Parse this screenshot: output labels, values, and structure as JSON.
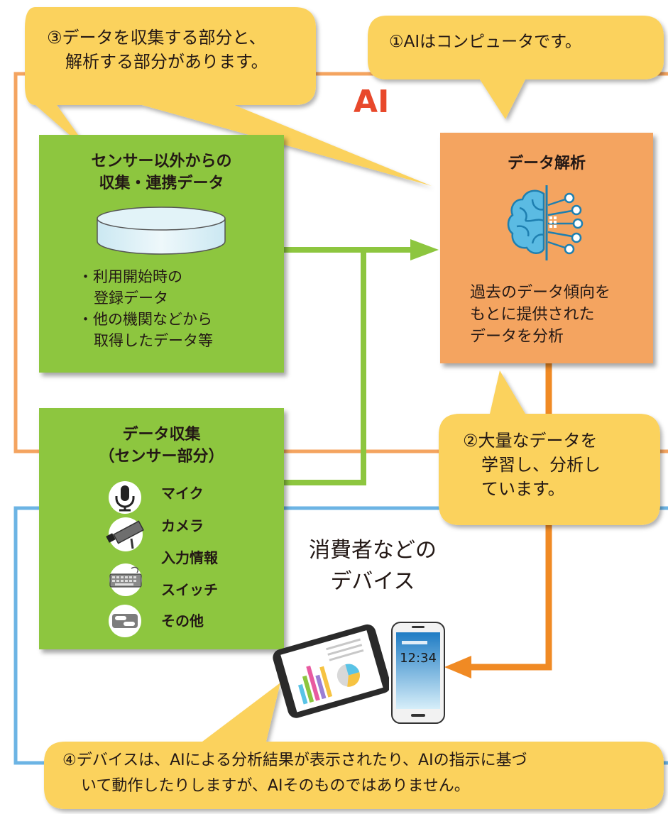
{
  "title_ai": "AI",
  "callouts": {
    "c1": "①AIはコンピュータです。",
    "c2": [
      "②大量なデータを",
      "学習し、分析し",
      "ています。"
    ],
    "c3": [
      "③データを収集する部分と、",
      "解析する部分があります。"
    ],
    "c4": [
      "④デバイスは、AIによる分析結果が表示されたり、AIの指示に基づ",
      "いて動作したりしますが、AIそのものではありません。"
    ]
  },
  "non_sensor_box": {
    "title": [
      "センサー以外からの",
      "収集・連携データ"
    ],
    "bullets": [
      "・利用開始時の",
      "登録データ",
      "・他の機関などから",
      "取得したデータ等"
    ]
  },
  "analysis_box": {
    "title": "データ解析",
    "description": [
      "過去のデータ傾向を",
      "もとに提供された",
      "データを分析"
    ]
  },
  "sensor_box": {
    "title": [
      "データ収集",
      "（センサー部分）"
    ],
    "items": [
      "マイク",
      "カメラ",
      "入力情報",
      "スイッチ",
      "その他"
    ]
  },
  "devices": {
    "label": [
      "消費者などの",
      "デバイス"
    ],
    "phone_time": "12:34"
  },
  "colors": {
    "ai_border": "#f4a460",
    "device_border": "#6cb4e4",
    "green": "#8dc63f",
    "orange_box": "#f4a460",
    "orange_arrow": "#f08a24",
    "callout": "#fbd25d",
    "ai_title": "#e8482b"
  }
}
